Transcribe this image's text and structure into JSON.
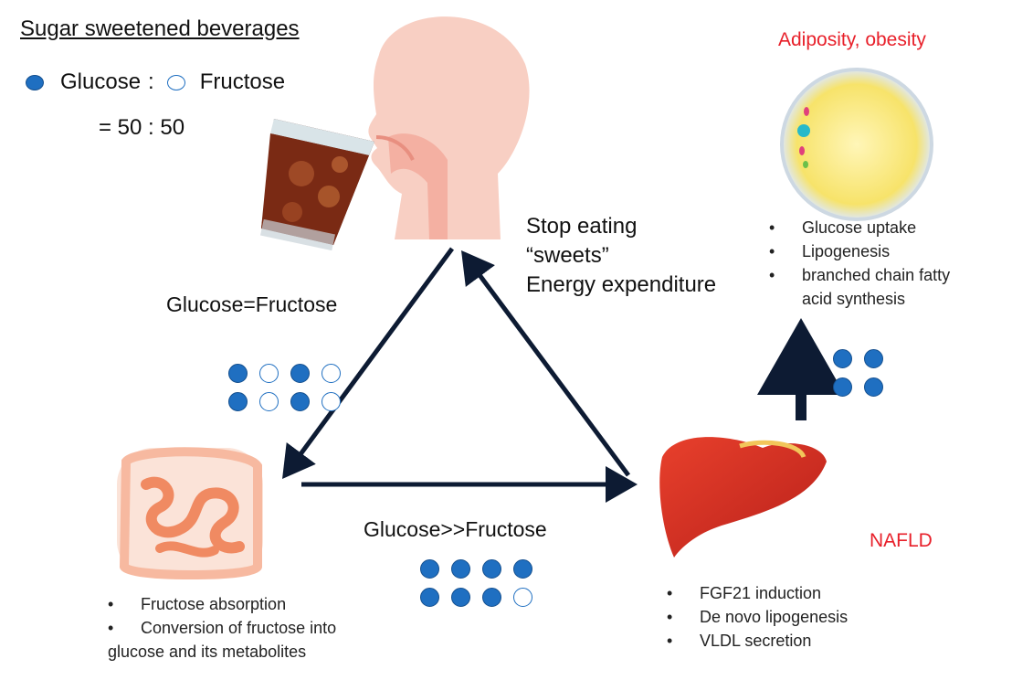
{
  "title": "Sugar sweetened beverages",
  "ratio": {
    "glucose_label": "Glucose",
    "separator": ":",
    "fructose_label": "Fructose",
    "equation": "= 50 : 50"
  },
  "top_right_label": "Adiposity, obesity",
  "adipose_effects": [
    "Glucose uptake",
    "Lipogenesis",
    "branched chain fatty acid synthesis"
  ],
  "return_arrow_label": [
    "Stop eating",
    "“sweets”",
    "Energy expenditure"
  ],
  "left_edge_label": "Glucose=Fructose",
  "left_dots": [
    "glucose",
    "fructose",
    "glucose",
    "fructose",
    "glucose",
    "fructose",
    "glucose",
    "fructose"
  ],
  "bottom_edge_label": "Glucose>>Fructose",
  "bottom_dots": [
    "glucose",
    "glucose",
    "glucose",
    "glucose",
    "glucose",
    "glucose",
    "glucose",
    "fructose"
  ],
  "liver_to_fat_dots": [
    "glucose",
    "glucose",
    "glucose",
    "glucose"
  ],
  "nafld_label": "NAFLD",
  "intestine_effects": [
    "Fructose absorption",
    "Conversion of fructose into",
    "glucose and its metabolites"
  ],
  "liver_effects": [
    "FGF21 induction",
    "De novo lipogenesis",
    "VLDL secretion"
  ],
  "colors": {
    "glucose": "#1f6fc1",
    "red_label": "#e8202a",
    "arrow": "#0d1b33"
  }
}
